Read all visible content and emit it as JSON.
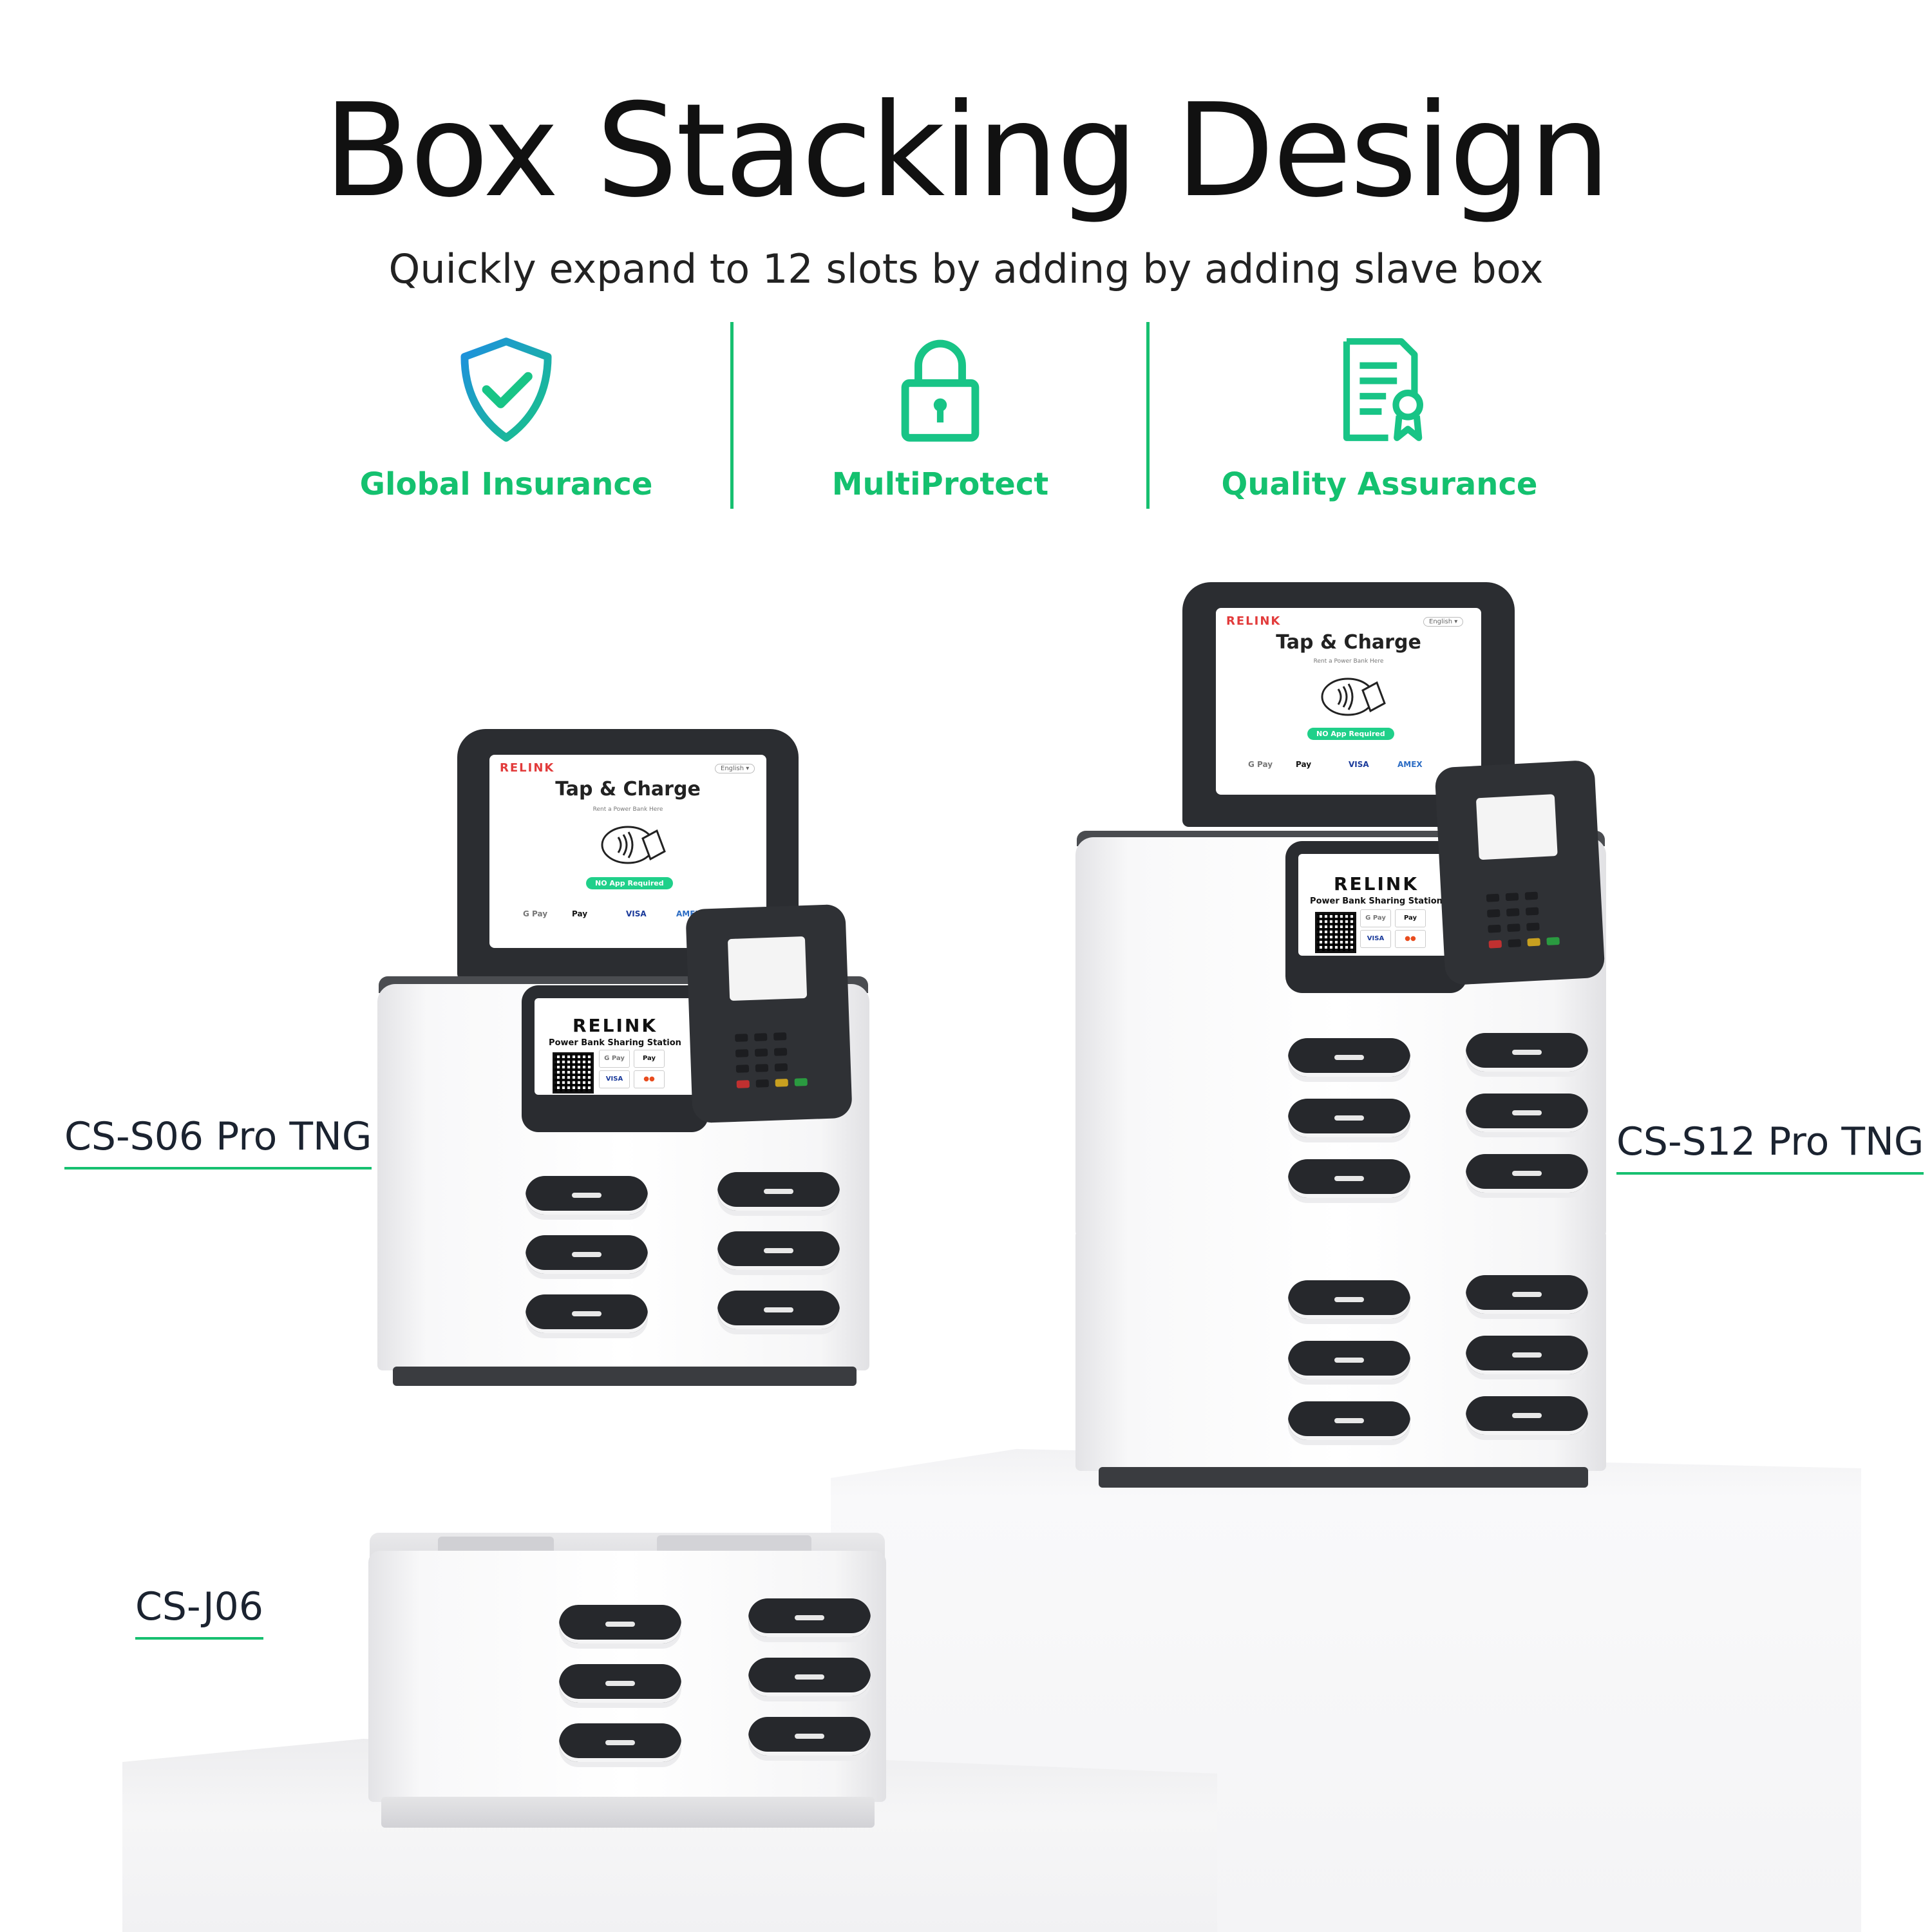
{
  "header": {
    "title": "Box Stacking Design",
    "subtitle": "Quickly expand to 12 slots by adding by adding slave box"
  },
  "features": [
    {
      "label": "Global Insurance",
      "icon": "shield-check-icon"
    },
    {
      "label": "MultiProtect",
      "icon": "padlock-icon"
    },
    {
      "label": "Quality Assurance",
      "icon": "certificate-icon"
    }
  ],
  "models": {
    "left": "CS-S06 Pro TNG",
    "right": "CS-S12 Pro TNG",
    "slave": "CS-J06"
  },
  "screen": {
    "brand": "RELINK",
    "language": "English ▾",
    "title": "Tap & Charge",
    "subtitle": "Rent a Power Bank Here",
    "badge": "NO App Required",
    "payments": [
      "G Pay",
      " Pay",
      "VISA",
      "AMEX"
    ]
  },
  "front_panel": {
    "brand": "RELINK",
    "subtitle": "Power Bank Sharing Station",
    "chips": [
      "G Pay",
      " Pay",
      "VISA",
      "●●"
    ]
  },
  "colors": {
    "accent_green": "#17c070",
    "dark_frame": "#2b2d31",
    "slot": "#26282c"
  }
}
